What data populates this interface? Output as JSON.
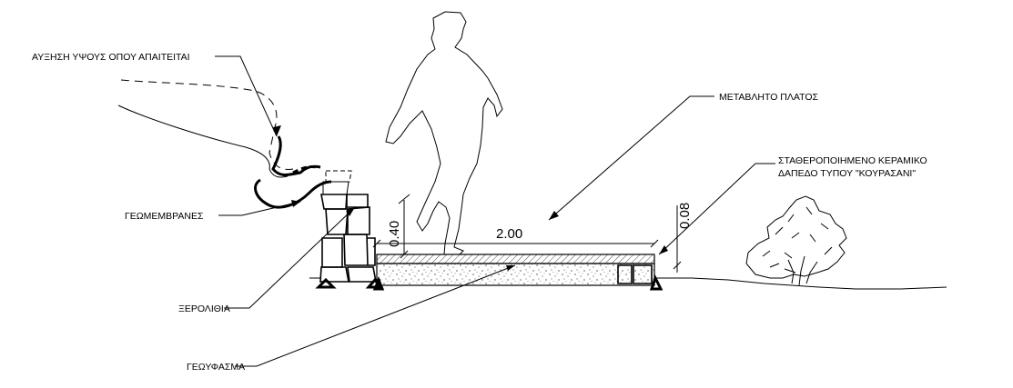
{
  "labels": {
    "raise_walls": "ΑΥΞΗΣΗ ΥΨΟΥΣ ΟΠΟΥ ΑΠΑΙΤΕΙΤΑΙ",
    "variable_width": "ΜΕΤΑΒΛΗΤΟ ΠΛΑΤΟΣ",
    "ceramic_line1": "ΣΤΑΘΕΡΟΠΟΙΗΜΕΝΟ ΚΕΡΑΜΙΚΟ",
    "ceramic_line2": "ΔΑΠΕΔΟ ΤΥΠΟΥ \"ΚΟΥΡΑΣΑΝΙ\"",
    "geomembranes": "ΓΕΩΜΕΜΒΡΑΝΕΣ",
    "dry_stone": "ΞΕΡΟΛΙΘΙΑ",
    "geotextile": "ΓΕΩΥΦΑΣΜΑ"
  },
  "dimensions": {
    "path_width": "2.00",
    "wall_height": "0.40",
    "surface_thickness": "0.08"
  },
  "colors": {
    "line": "#000000",
    "fill": "#ffffff"
  }
}
